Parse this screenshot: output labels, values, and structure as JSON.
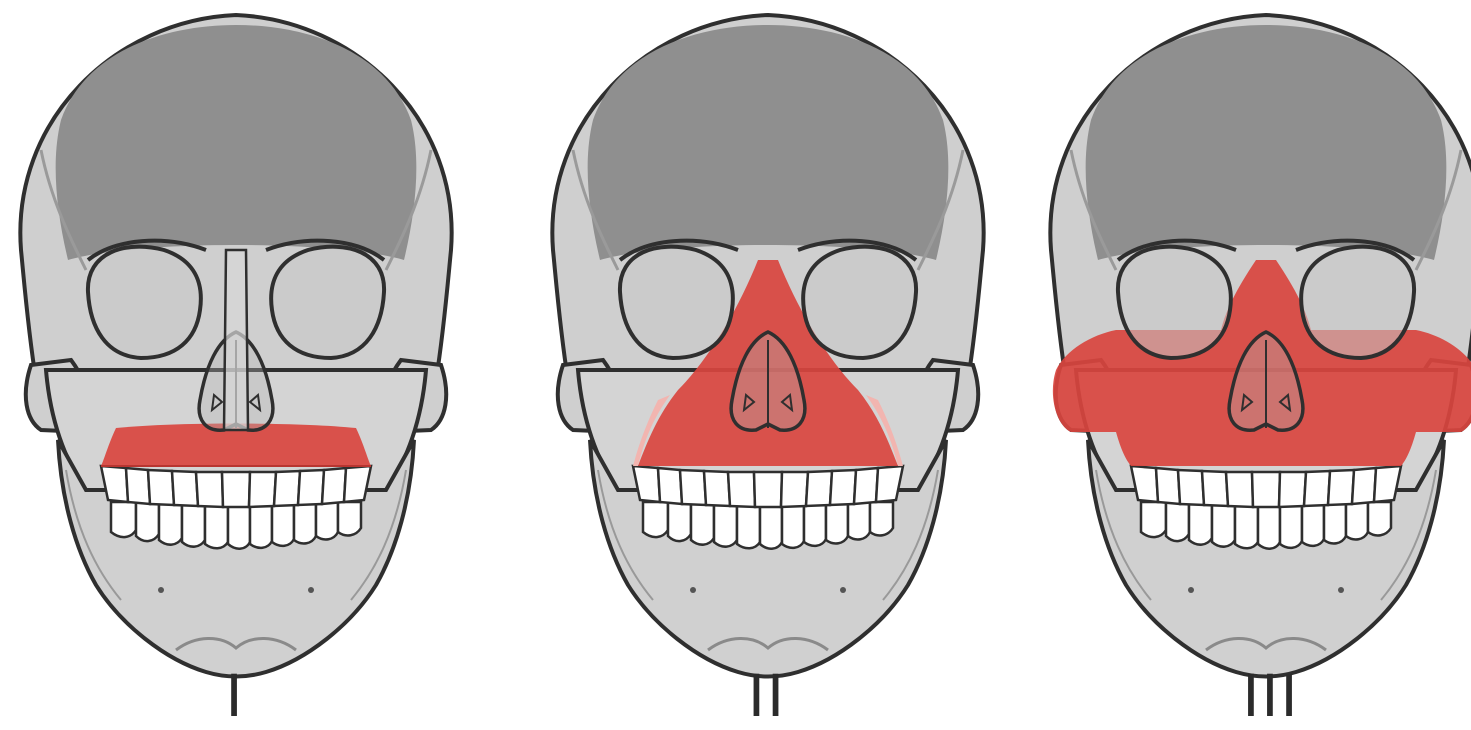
{
  "panels": [
    {
      "label": "I",
      "fracture_region": "maxilla-alveolar"
    },
    {
      "label": "II",
      "fracture_region": "pyramidal-nasomaxillary"
    },
    {
      "label": "III",
      "fracture_region": "craniofacial-zygomatic"
    }
  ],
  "colors": {
    "background": "#ffffff",
    "cranium": "#8f8f8f",
    "bone": "#d2d2d2",
    "outline": "#2f2f2f",
    "highlight": "#d9453f",
    "highlight_light": "#f2b5b0",
    "teeth": "#ffffff"
  }
}
